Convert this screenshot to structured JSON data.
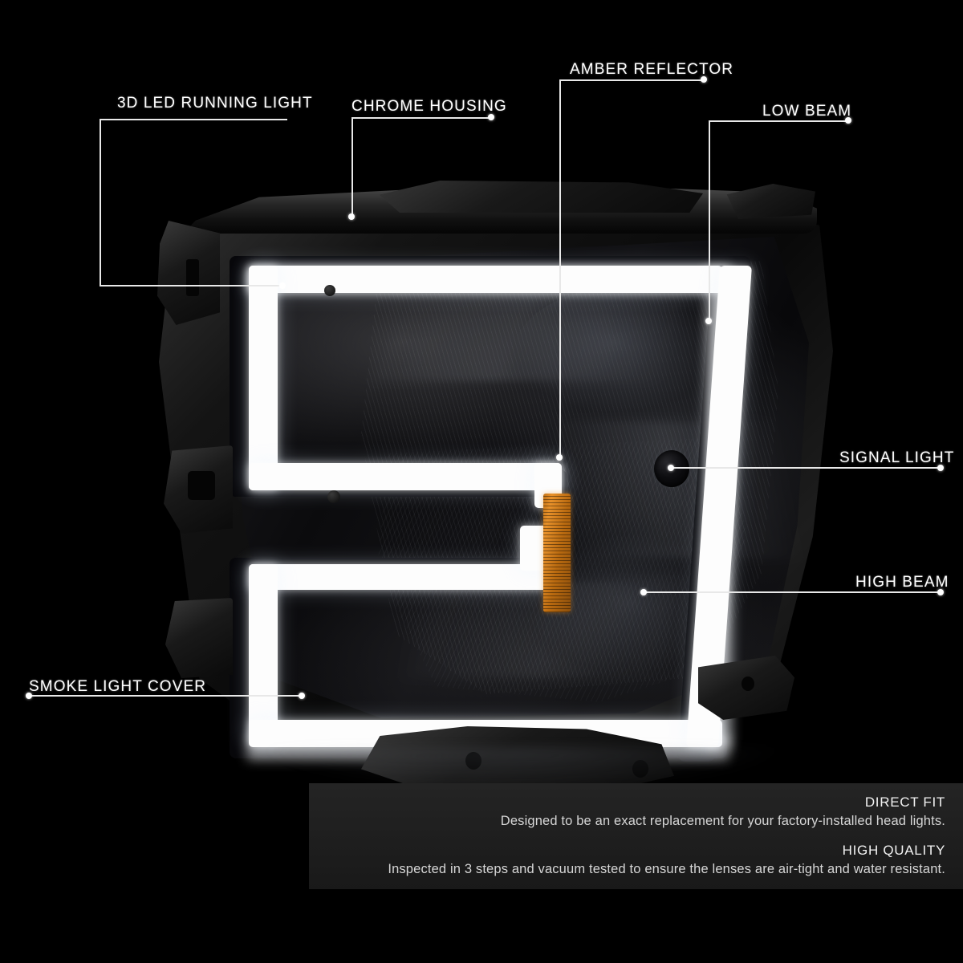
{
  "product": {
    "type": "headlight-assembly-diagram",
    "vehicle_part": "LED Headlight Housing"
  },
  "callouts": [
    {
      "id": "led-running-light",
      "label": "3D LED RUNNING LIGHT"
    },
    {
      "id": "chrome-housing",
      "label": "CHROME HOUSING"
    },
    {
      "id": "amber-reflector",
      "label": "AMBER REFLECTOR"
    },
    {
      "id": "low-beam",
      "label": "LOW BEAM"
    },
    {
      "id": "signal-light",
      "label": "SIGNAL LIGHT"
    },
    {
      "id": "high-beam",
      "label": "HIGH BEAM"
    },
    {
      "id": "smoke-light-cover",
      "label": "SMOKE LIGHT COVER"
    }
  ],
  "features": [
    {
      "title": "DIRECT FIT",
      "body": "Designed to be an exact replacement for your factory-installed head lights."
    },
    {
      "title": "HIGH QUALITY",
      "body": "Inspected in 3 steps and vacuum tested to ensure the lenses are air-tight and water resistant."
    }
  ],
  "colors": {
    "background": "#000000",
    "callout_line": "#e8e8e8",
    "callout_text": "#ffffff",
    "led_glow": "#ffffff",
    "amber_reflector": "#e8912a",
    "panel_background": "#1f1f1f",
    "panel_title": "#f2f2f2",
    "panel_body": "#d6d6d6"
  }
}
